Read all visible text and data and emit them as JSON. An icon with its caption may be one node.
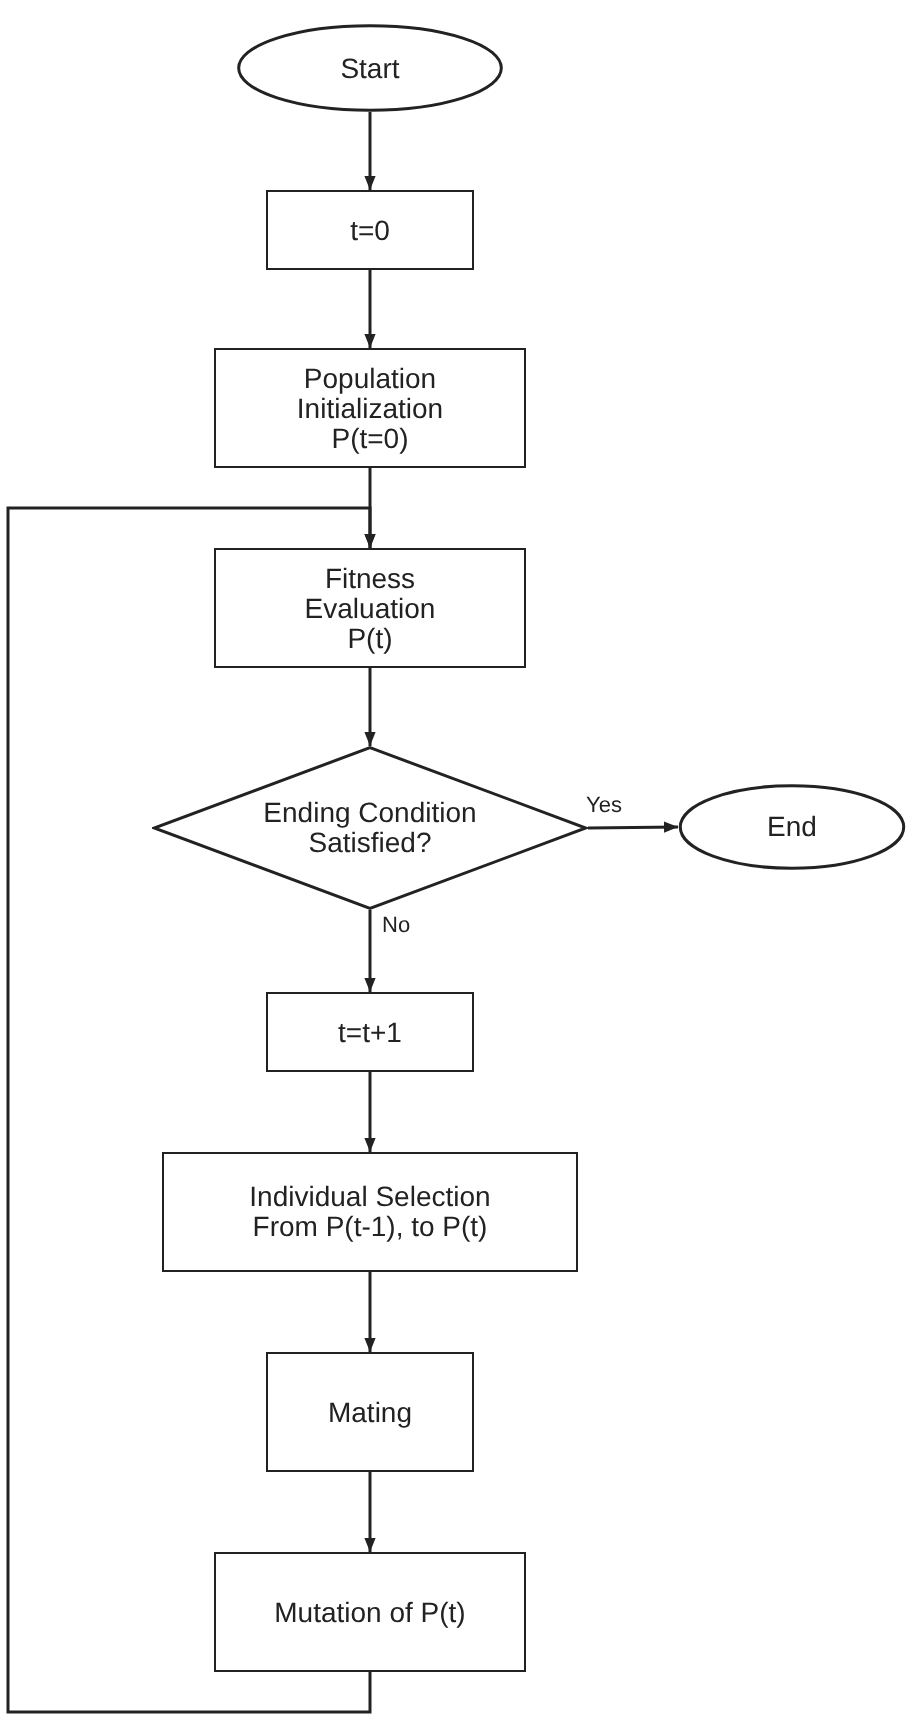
{
  "diagram": {
    "nodes": [
      {
        "text": [
          "Start"
        ]
      },
      {
        "text": [
          "t=0"
        ]
      },
      {
        "text": [
          "Population Initialization P(t=0)"
        ]
      },
      {
        "text": [
          "Fitness Evaluation P(t)"
        ]
      },
      {
        "text": [
          "Ending Condition Satisfied?"
        ]
      },
      {
        "text": [
          "End"
        ]
      },
      {
        "text": [
          "t=t+1"
        ]
      },
      {
        "text": [
          "Individual Selection From P(t-1), to P(t)"
        ]
      },
      {
        "text": [
          "Mating"
        ]
      },
      {
        "text": [
          "Mutation of P(t)"
        ]
      }
    ],
    "edges": [
      {
        "from": 0,
        "to": 1,
        "arrow": "to"
      },
      {
        "from": 1,
        "to": 2,
        "arrow": "to"
      },
      {
        "from": 2,
        "to": 3,
        "arrow": "to"
      },
      {
        "from": 3,
        "to": 4,
        "arrow": "to"
      },
      {
        "from": 4,
        "to": 5,
        "arrow": "to",
        "label": "Yes"
      },
      {
        "from": 4,
        "to": 6,
        "arrow": "to",
        "label": "No"
      },
      {
        "from": 6,
        "to": 7,
        "arrow": "to"
      },
      {
        "from": 7,
        "to": 8,
        "arrow": "to"
      },
      {
        "from": 8,
        "to": 9,
        "arrow": "to"
      },
      {
        "from": 9,
        "to": 3,
        "arrow": "to"
      }
    ]
  }
}
